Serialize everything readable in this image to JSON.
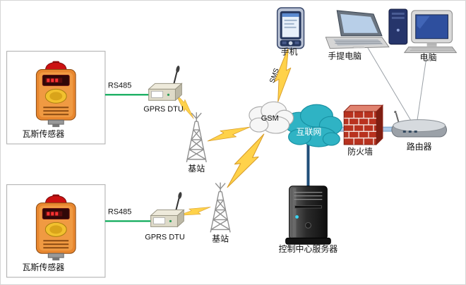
{
  "diagram": {
    "type": "network-topology",
    "nodes": {
      "gas_sensor_1": {
        "label": "瓦斯传感器"
      },
      "gas_sensor_2": {
        "label": "瓦斯传感器"
      },
      "gprs_dtu_1": {
        "label": "GPRS  DTU"
      },
      "gprs_dtu_2": {
        "label": "GPRS  DTU"
      },
      "base_station_1": {
        "label": "基站"
      },
      "base_station_2": {
        "label": "基站"
      },
      "gsm_cloud": {
        "label": "GSM"
      },
      "internet_cloud": {
        "label": "互联网"
      },
      "mobile_phone": {
        "label": "手机"
      },
      "laptop": {
        "label": "手提电脑"
      },
      "desktop_pc": {
        "label": "电脑"
      },
      "firewall": {
        "label": "防火墙"
      },
      "router": {
        "label": "路由器"
      },
      "control_server": {
        "label": "控制中心服务器"
      }
    },
    "links": {
      "rs485_1": {
        "label": "RS485"
      },
      "rs485_2": {
        "label": "RS485"
      },
      "sms": {
        "label": "SMS"
      }
    },
    "colors": {
      "rs485_line": "#00A651",
      "lightning_fill": "#FFD24A",
      "gsm_cloud_fill": "#F6F6F6",
      "internet_cloud_fill": "#2FB3C4",
      "firewall_red": "#B8321F",
      "pipe_blue": "#AECBE8",
      "server_link_blue": "#1F4E79"
    }
  }
}
